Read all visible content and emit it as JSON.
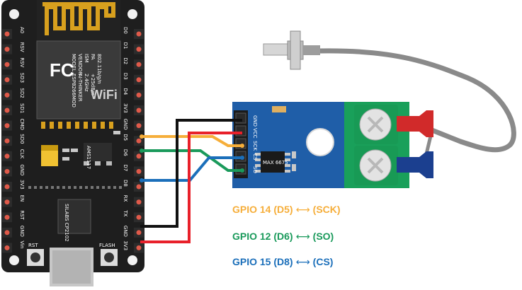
{
  "board": {
    "left_pins": [
      "A0",
      "RSV",
      "RSV",
      "SD3",
      "SD2",
      "SD1",
      "CMD",
      "SD0",
      "CLK",
      "GND",
      "3V3",
      "EN",
      "RST",
      "GND",
      "Vin"
    ],
    "right_pins": [
      "D0",
      "D1",
      "D2",
      "D3",
      "D4",
      "3V3",
      "GND",
      "D5",
      "D6",
      "D7",
      "D8",
      "RX",
      "TX",
      "GND",
      "3V3"
    ],
    "buttons": {
      "rst": "RST",
      "flash": "FLASH"
    },
    "chip_text": "SILABS CP2102",
    "regulator_text": "AMS1117",
    "module": {
      "brand": "FC",
      "lines": [
        "MODEL",
        "VENDOR",
        "ISM",
        "PA",
        "802.11b/g/n"
      ],
      "values": [
        "ESP8266MOD",
        "AI-THINKER",
        "2.4GHz",
        "+25dBm",
        ""
      ],
      "wifi": "WiFi"
    }
  },
  "sensor": {
    "pins": [
      "GND",
      "VCC",
      "SCK",
      "CS",
      "SO"
    ],
    "chip_text": "MAX 6675"
  },
  "legend": [
    {
      "left": "GPIO 14 (D5)",
      "arrow": "⟷",
      "right": "(SCK)",
      "color": "#f6ae3a"
    },
    {
      "left": "GPIO 12 (D6)",
      "arrow": "⟷",
      "right": "(SO)",
      "color": "#1a9a5b"
    },
    {
      "left": "GPIO 15 (D8)",
      "arrow": "⟷",
      "right": "(CS)",
      "color": "#1b6fba"
    }
  ],
  "wire_colors": {
    "sck": "#f6ae3a",
    "so": "#1a9a5b",
    "cs": "#1b6fba",
    "gnd": "#111111",
    "vcc": "#e8202a"
  }
}
